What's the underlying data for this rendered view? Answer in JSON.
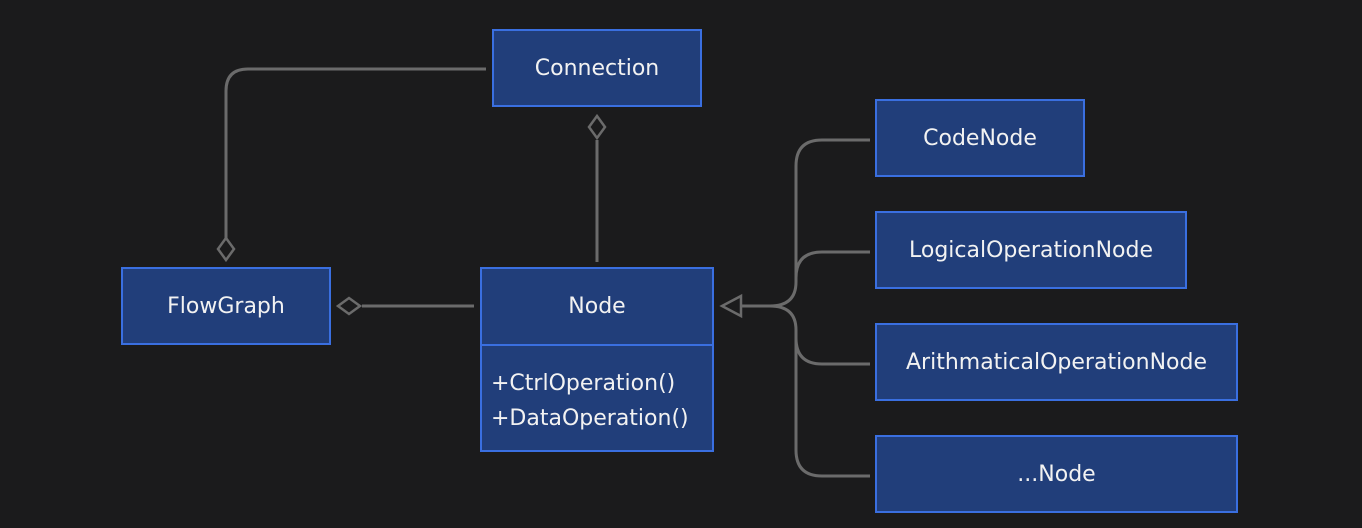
{
  "classes": {
    "connection": {
      "name": "Connection"
    },
    "flowgraph": {
      "name": "FlowGraph"
    },
    "node": {
      "name": "Node",
      "methods": [
        "+CtrlOperation()",
        "+DataOperation()"
      ]
    },
    "codenode": {
      "name": "CodeNode"
    },
    "logical": {
      "name": "LogicalOperationNode"
    },
    "arith": {
      "name": "ArithmaticalOperationNode"
    },
    "etc": {
      "name": "...Node"
    }
  },
  "colors": {
    "background": "#1b1b1c",
    "box_fill": "#213e7a",
    "box_border": "#3a6fe0",
    "edge": "#6b6b6b",
    "text": "#f2f2f2"
  },
  "relations": [
    {
      "from": "Connection",
      "to": "FlowGraph",
      "type": "aggregation"
    },
    {
      "from": "Node",
      "to": "Connection",
      "type": "aggregation"
    },
    {
      "from": "Node",
      "to": "FlowGraph",
      "type": "aggregation"
    },
    {
      "from": "CodeNode",
      "to": "Node",
      "type": "inheritance"
    },
    {
      "from": "LogicalOperationNode",
      "to": "Node",
      "type": "inheritance"
    },
    {
      "from": "ArithmaticalOperationNode",
      "to": "Node",
      "type": "inheritance"
    },
    {
      "from": "...Node",
      "to": "Node",
      "type": "inheritance"
    }
  ]
}
